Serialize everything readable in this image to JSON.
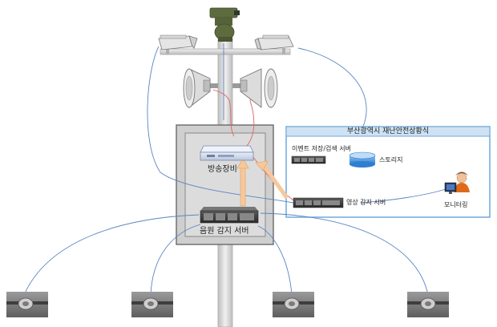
{
  "panel": {
    "title": "부산광역시 재난안전상황식"
  },
  "labels": {
    "broadcast_device": "방송장비",
    "sound_server": "음원 감지 서버",
    "event_server": "이벤트 저장/검색 서버",
    "storage": "스토리지",
    "video_server": "영상 감지 서버",
    "monitoring": "모니터링"
  },
  "icons": [
    "ptz-camera-icon",
    "cctv-camera-icon",
    "loudspeaker-icon",
    "server-icon",
    "storage-disk-icon",
    "operator-monitor-icon",
    "ground-sensor-icon"
  ],
  "colors": {
    "pole": "#d7d7d7",
    "cabinet": "#d0d0d0",
    "panel_border": "#6fa8dc",
    "panel_header": "#cfe2f3",
    "blue_link": "#5b84c4",
    "red_link": "#e06060",
    "orange_arrow": "#f7c89b"
  }
}
